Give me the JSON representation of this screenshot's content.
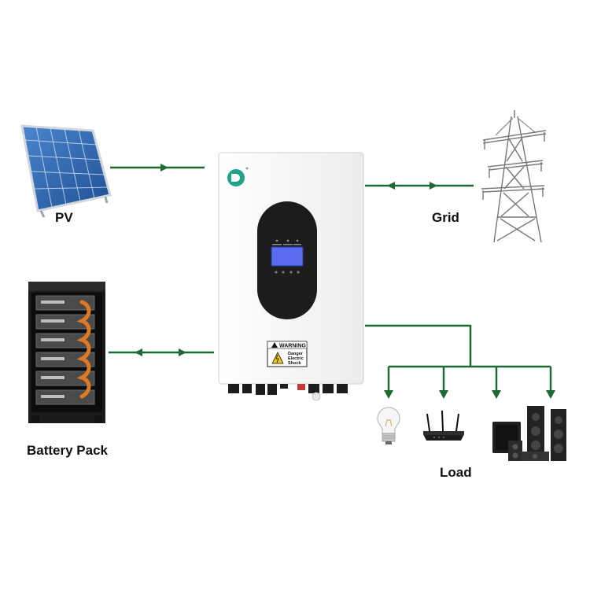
{
  "labels": {
    "pv": "PV",
    "grid": "Grid",
    "battery": "Battery Pack",
    "load": "Load"
  },
  "inverter": {
    "warning_title": "WARNING",
    "warning_line1": "Danger",
    "warning_line2": "Electric",
    "warning_line3": "Shock"
  },
  "colors": {
    "flow_line": "#1e6a33",
    "inverter_body": "#f7f7f7",
    "display_panel": "#1c1c1c",
    "lcd_screen": "#5a6bf0",
    "logo": "#1ea38a",
    "solar_cell": "#2f66b0"
  }
}
